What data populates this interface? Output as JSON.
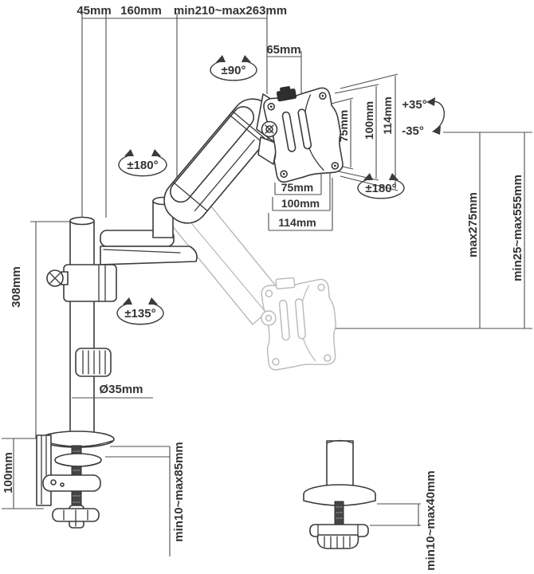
{
  "diagram": {
    "type": "technical-dimension-drawing",
    "subject": "gas-spring monitor desk mount arm with clamp and grommet base",
    "colors": {
      "line": "#3b3b3b",
      "dim_line": "#4d4d4d",
      "ghost_line": "#b8b8b8",
      "text": "#333333",
      "background": "#ffffff",
      "clip_fill": "#2e2e2e"
    },
    "top": {
      "offset_45": "45mm",
      "offset_160": "160mm",
      "reach": "min210~max263mm",
      "vesa_offset": "65mm"
    },
    "rotation": {
      "swivel_top": "±90°",
      "arm": "±180°",
      "vesa": "±180°",
      "pole": "±135°",
      "tilt_up": "+35°",
      "tilt_down": "-35°"
    },
    "vesa": {
      "v75": "75mm",
      "v100": "100mm",
      "v114": "114mm",
      "h75": "75mm",
      "h100": "100mm",
      "h114": "114mm"
    },
    "height": {
      "max_above": "max275mm",
      "range": "min25~max555mm",
      "pole": "308mm"
    },
    "pole": {
      "diameter": "Ø35mm"
    },
    "clamp": {
      "height": "100mm",
      "thickness": "min10~max85mm"
    },
    "grommet": {
      "thickness": "min10~max40mm"
    }
  }
}
